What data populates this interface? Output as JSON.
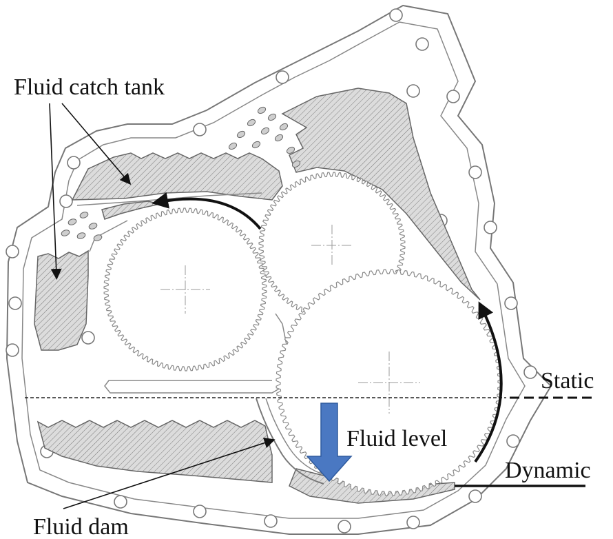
{
  "labels": {
    "catch_tank": "Fluid catch tank",
    "static": "Static",
    "fluid_level": "Fluid level",
    "dynamic": "Dynamic",
    "fluid_dam": "Fluid dam"
  },
  "colors": {
    "hatch_fill": "#d9d9d9",
    "hatch_line": "#7a7a7a",
    "outline": "#777777",
    "level_arrow": "#4a78c2",
    "text": "#111111"
  },
  "gears": [
    {
      "name": "left-gear",
      "teeth": 90
    },
    {
      "name": "top-right-gear",
      "teeth": 80
    },
    {
      "name": "bottom-right-gear",
      "teeth": 100
    }
  ]
}
